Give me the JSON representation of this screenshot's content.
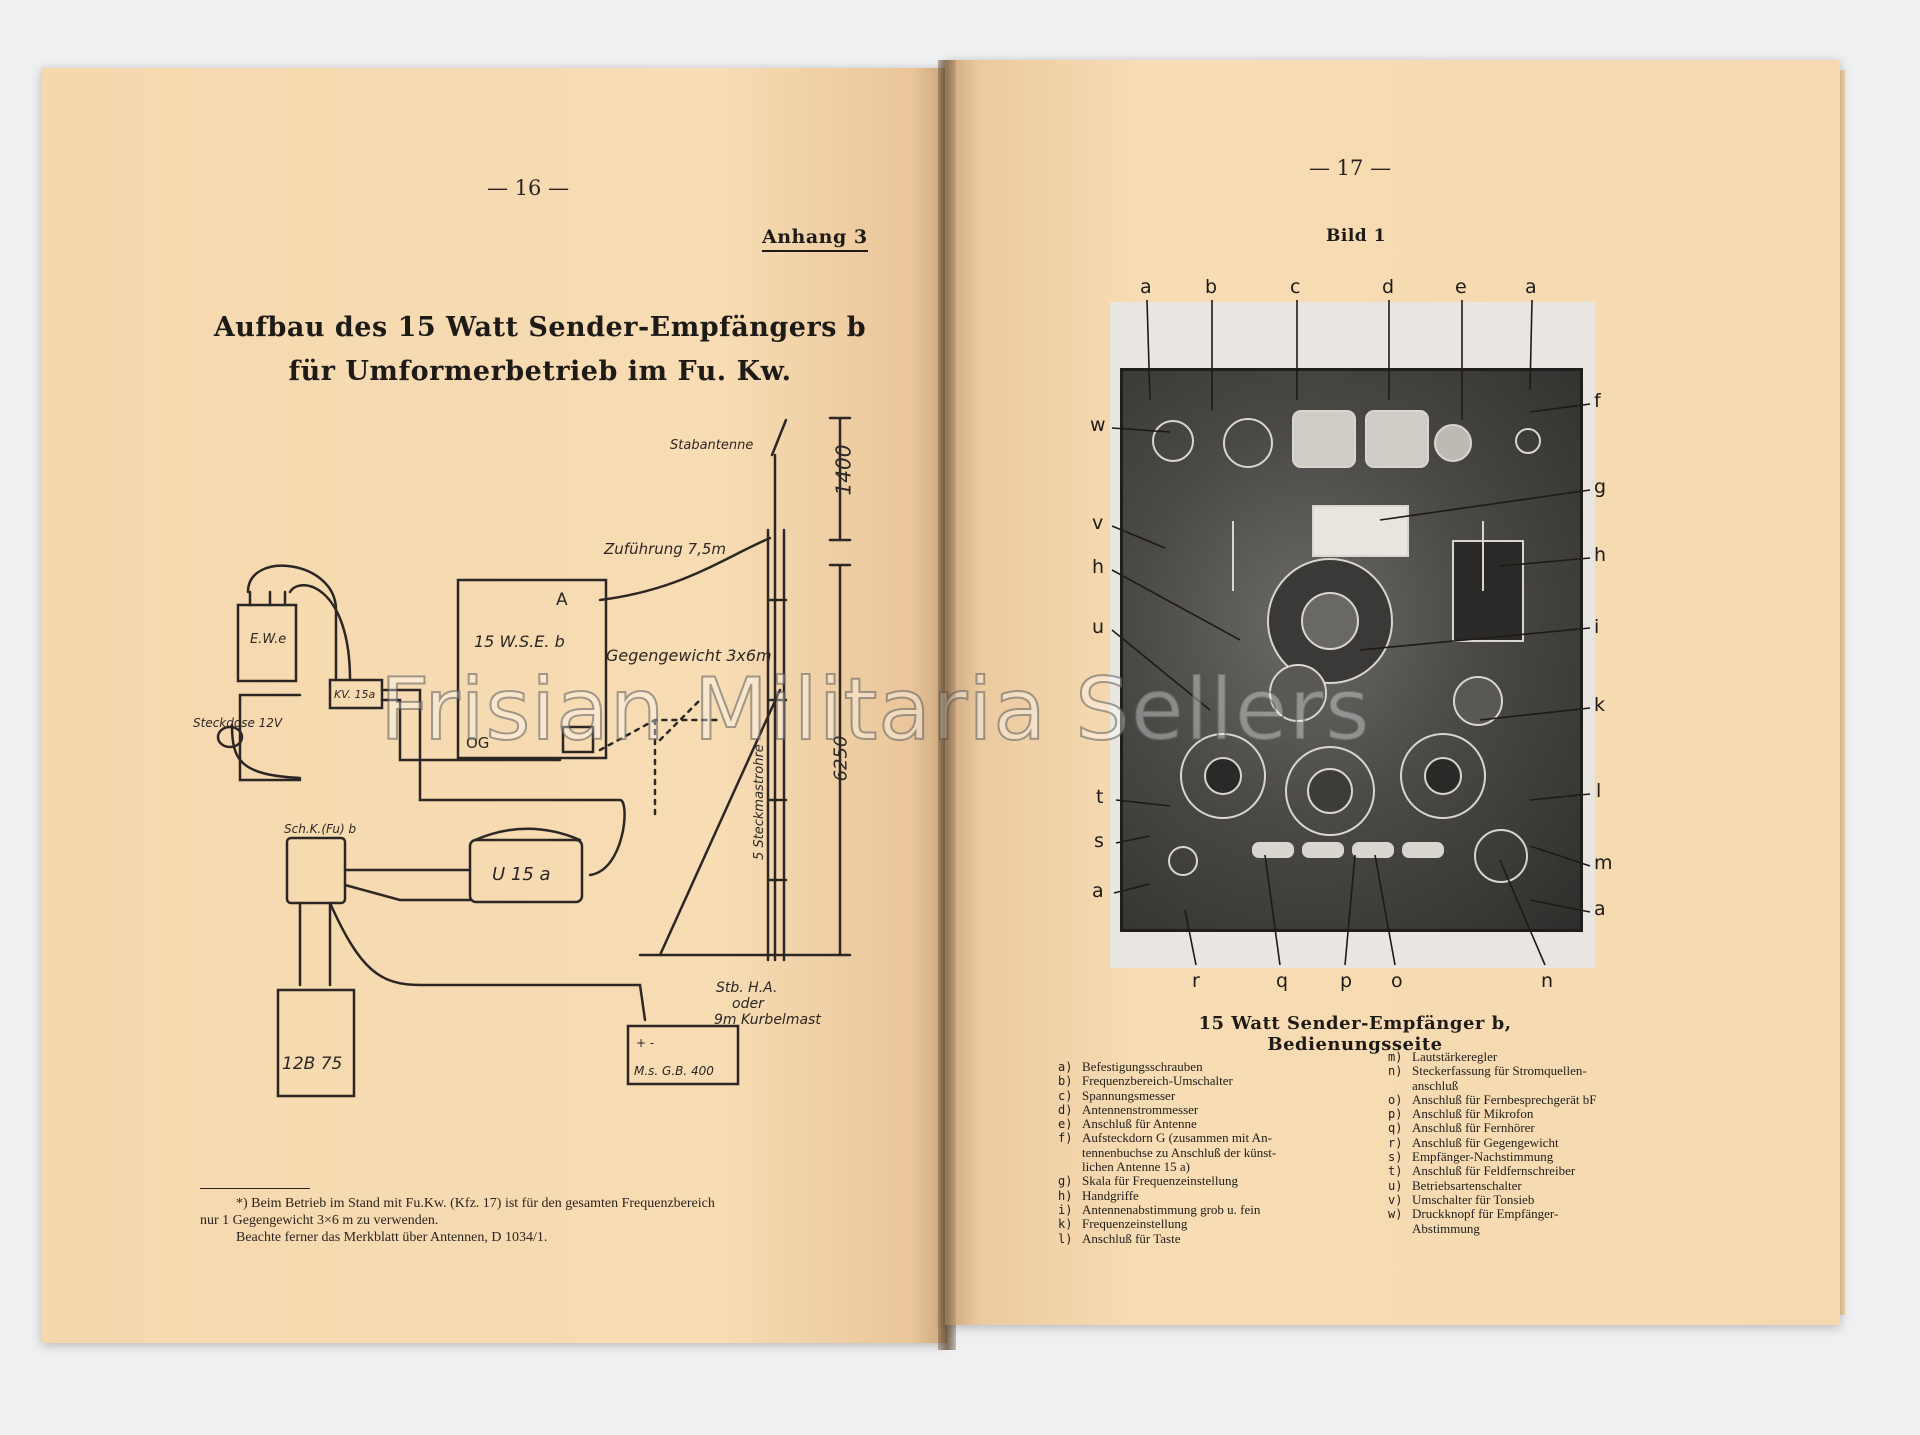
{
  "left_page": {
    "page_number": "— 16 —",
    "appendix": "Anhang 3",
    "title_line1": "Aufbau des 15 Watt Sender-Empfängers b",
    "title_line2": "für Umformerbetrieb im Fu. Kw.",
    "diagram_labels": {
      "stabantenne": "Stabantenne",
      "height_top": "1400",
      "zufuehrung": "Zuführung 7,5m",
      "a_port": "A",
      "set_box": "15 W.S.E. b",
      "gegengewicht": "Gegengewicht 3x6m",
      "ewe": "E.W.e",
      "kv": "KV. 15a",
      "steckdose": "Steckdose 12V",
      "og": "OG",
      "height_mid": "6250",
      "mast": "5 Steckmastrohre",
      "schk": "Sch.K.(Fu) b",
      "u15a": "U 15 a",
      "stb": "Stb. H.A.",
      "oder": "oder",
      "kurbelmast": "9m Kurbelmast",
      "battery": "12B 75",
      "gb_plus": "+ -",
      "gb": "M.s. G.B. 400"
    },
    "footnote": [
      "*) Beim Betrieb im Stand mit Fu.Kw. (Kfz. 17) ist für den gesamten Frequenzbereich",
      "nur 1 Gegengewicht 3×6 m zu verwenden.",
      "Beachte ferner das Merkblatt über Antennen, D 1034/1."
    ]
  },
  "right_page": {
    "page_number": "— 17 —",
    "figure_label": "Bild 1",
    "photo_letters_top": [
      "a",
      "b",
      "c",
      "d",
      "e",
      "a"
    ],
    "photo_letters_left": [
      "w",
      "v",
      "h",
      "u",
      "t",
      "s",
      "a"
    ],
    "photo_letters_right": [
      "f",
      "g",
      "h",
      "i",
      "k",
      "l",
      "m",
      "a"
    ],
    "photo_letters_bottom": [
      "r",
      "q",
      "p",
      "o",
      "n"
    ],
    "caption": "15 Watt Sender-Empfänger b, Bedienungsseite",
    "legend_left": [
      {
        "key": "a)",
        "text": "Befestigungsschrauben"
      },
      {
        "key": "b)",
        "text": "Frequenzbereich-Umschalter"
      },
      {
        "key": "c)",
        "text": "Spannungsmesser"
      },
      {
        "key": "d)",
        "text": "Antennenstrommesser"
      },
      {
        "key": "e)",
        "text": "Anschluß für Antenne"
      },
      {
        "key": "f)",
        "text": "Aufsteckdorn G (zusammen mit An-"
      },
      {
        "key": "",
        "text": "tennenbuchse zu Anschluß der künst-"
      },
      {
        "key": "",
        "text": "lichen Antenne 15 a)"
      },
      {
        "key": "g)",
        "text": "Skala für Frequenzeinstellung"
      },
      {
        "key": "h)",
        "text": "Handgriffe"
      },
      {
        "key": "i)",
        "text": "Antennenabstimmung grob u. fein"
      },
      {
        "key": "k)",
        "text": "Frequenzeinstellung"
      },
      {
        "key": "l)",
        "text": "Anschluß für Taste"
      }
    ],
    "legend_right": [
      {
        "key": "m)",
        "text": "Lautstärkeregler"
      },
      {
        "key": "n)",
        "text": "Steckerfassung für Stromquellen-"
      },
      {
        "key": "",
        "text": "anschluß"
      },
      {
        "key": "o)",
        "text": "Anschluß für Fernbesprechgerät bF"
      },
      {
        "key": "p)",
        "text": "Anschluß für Mikrofon"
      },
      {
        "key": "q)",
        "text": "Anschluß für Fernhörer"
      },
      {
        "key": "r)",
        "text": "Anschluß für Gegengewicht"
      },
      {
        "key": "s)",
        "text": "Empfänger-Nachstimmung"
      },
      {
        "key": "t)",
        "text": "Anschluß für Feldfernschreiber"
      },
      {
        "key": "u)",
        "text": "Betriebsartenschalter"
      },
      {
        "key": "v)",
        "text": "Umschalter für Tonsieb"
      },
      {
        "key": "w)",
        "text": "Druckknopf für Empfänger-"
      },
      {
        "key": "",
        "text": "Abstimmung"
      }
    ]
  },
  "watermark": "Frisian Militaria Sellers"
}
